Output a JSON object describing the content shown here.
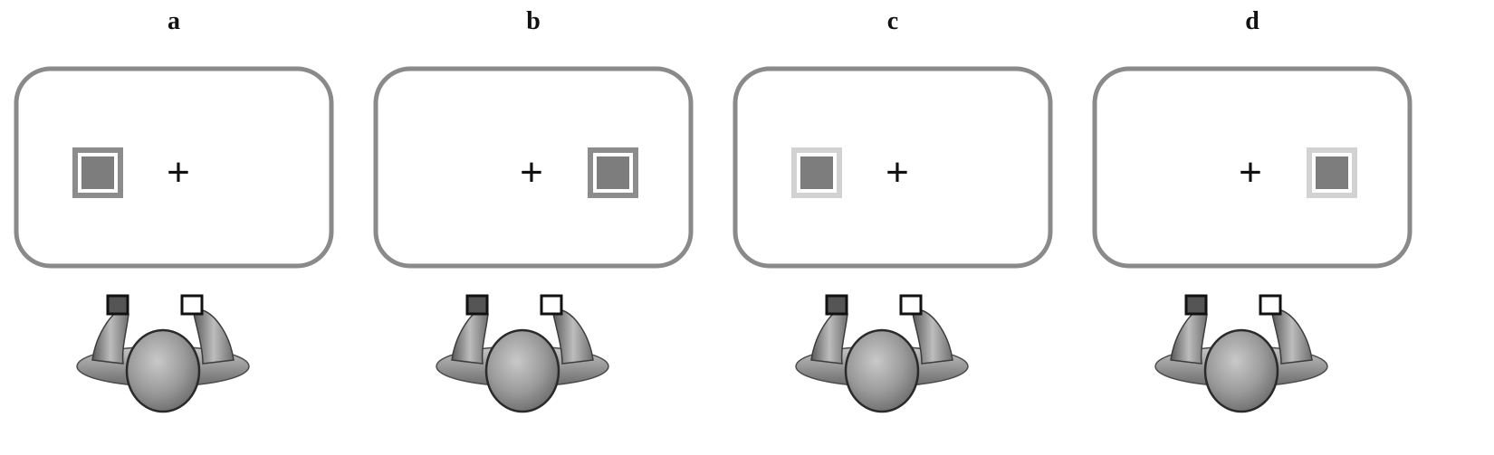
{
  "panels": [
    {
      "label": "a",
      "stimulus_side": "left",
      "frame_style": "dark",
      "fixation": "+"
    },
    {
      "label": "b",
      "stimulus_side": "right",
      "frame_style": "dark",
      "fixation": "+"
    },
    {
      "label": "c",
      "stimulus_side": "left",
      "frame_style": "light",
      "fixation": "+"
    },
    {
      "label": "d",
      "stimulus_side": "right",
      "frame_style": "light",
      "fixation": "+"
    }
  ],
  "response_keys": [
    {
      "name": "left-key",
      "fill": "#555555"
    },
    {
      "name": "right-key",
      "fill": "#ffffff"
    }
  ],
  "colors": {
    "screen_border": "#8a8a8a",
    "stimulus_fill": "#7d7d7d",
    "frame_dark": "#8c8c8c",
    "frame_light": "#d2d2d2",
    "key_border": "#111111"
  }
}
